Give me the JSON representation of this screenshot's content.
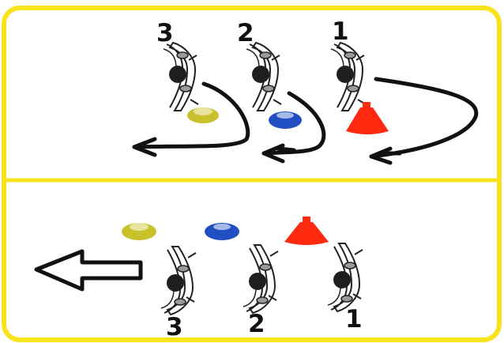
{
  "colors": {
    "frame": "#f7e21c",
    "ink": "#111111",
    "cone_yellow": "#c9c12c",
    "cone_blue": "#1f4fc0",
    "cone_red": "#ff2a10"
  },
  "panels": [
    {
      "id": "top",
      "players": [
        {
          "label": "3",
          "cone": "cone_yellow",
          "cone_shape": "disc"
        },
        {
          "label": "2",
          "cone": "cone_blue",
          "cone_shape": "disc"
        },
        {
          "label": "1",
          "cone": "cone_red",
          "cone_shape": "tall"
        }
      ]
    },
    {
      "id": "bottom",
      "players": [
        {
          "label": "3",
          "cone": "cone_yellow",
          "cone_shape": "disc"
        },
        {
          "label": "2",
          "cone": "cone_blue",
          "cone_shape": "disc"
        },
        {
          "label": "1",
          "cone": "cone_red",
          "cone_shape": "tall"
        }
      ]
    }
  ],
  "icons": [
    "player-figure-icon",
    "training-cone-icon",
    "curved-run-arrow-icon",
    "direction-hollow-arrow-icon"
  ]
}
